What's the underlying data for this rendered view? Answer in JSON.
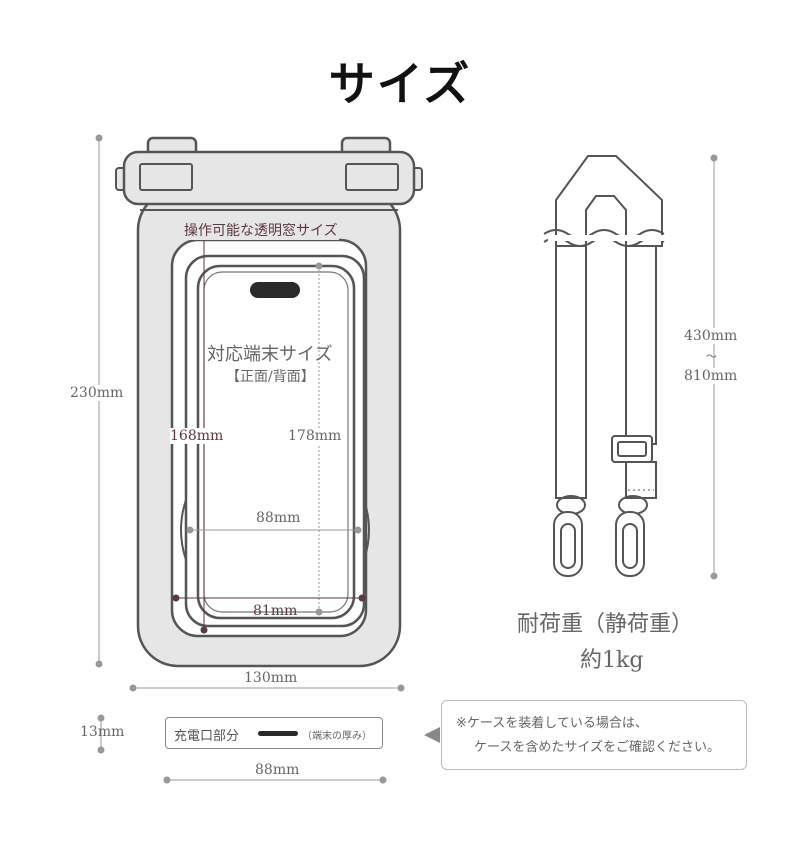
{
  "title": "サイズ",
  "case": {
    "window_label": "操作可能な透明窓サイズ",
    "device_label": "対応端末サイズ",
    "device_sub": "【正面/背面】",
    "inner_height_left": "168mm",
    "inner_height_right": "178mm",
    "inner_width_upper": "88mm",
    "inner_width_lower": "81mm",
    "total_height": "230mm",
    "total_width": "130mm"
  },
  "port": {
    "thickness": "13mm",
    "label": "充電口部分",
    "sub_label": "（端末の厚み）",
    "width": "88mm"
  },
  "strap": {
    "length_min": "430mm",
    "range_sep": "〜",
    "length_max": "810mm",
    "load_label": "耐荷重（静荷重）",
    "load_value": "約1kg"
  },
  "note": {
    "line1": "※ケースを装着している場合は、",
    "line2": "ケースを含めたサイズをご確認ください。"
  },
  "colors": {
    "case_fill": "#e6e6e6",
    "case_stroke": "#555555",
    "accent_label": "#5a3a40"
  }
}
